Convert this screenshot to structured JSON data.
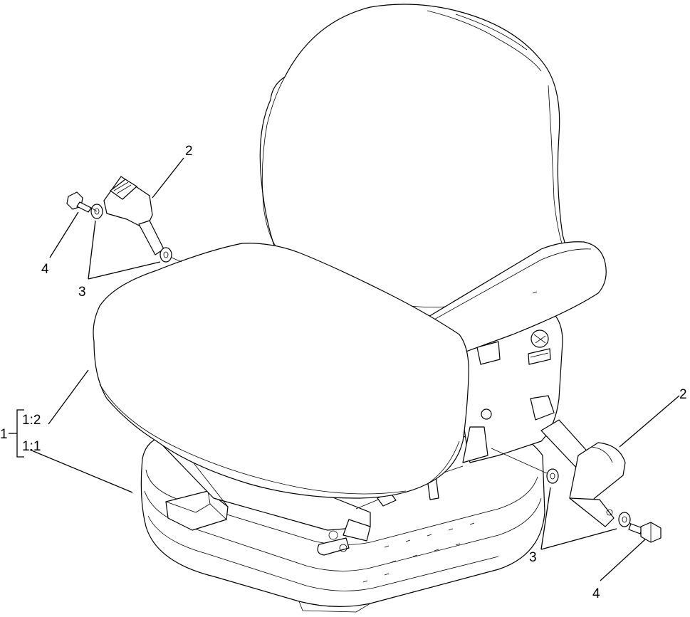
{
  "callouts": {
    "seat_assembly": "1",
    "seat_variant_a": "1:2",
    "seat_variant_b": "1:1",
    "belt_left": "2",
    "belt_right": "2",
    "washers_left": "3",
    "washers_right": "3",
    "bolt_left": "4",
    "bolt_right": "4"
  }
}
